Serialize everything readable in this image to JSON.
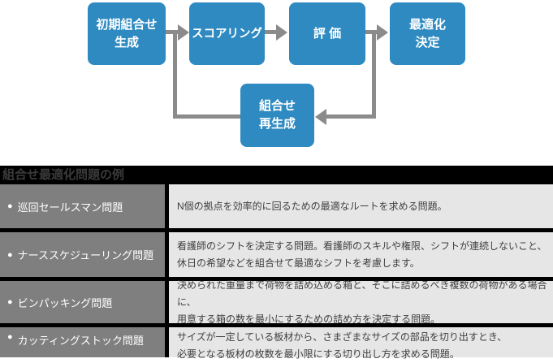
{
  "diagram": {
    "box_color": "#2e8ac0",
    "arrow_color": "#8b8b8b",
    "box_text_color": "#ffffff",
    "boxes": [
      {
        "id": "initial-combination-generation",
        "lines": [
          "初期組合せ",
          "生成"
        ]
      },
      {
        "id": "scoring",
        "lines": [
          "スコアリング"
        ]
      },
      {
        "id": "evaluation",
        "lines": [
          "評 価"
        ]
      },
      {
        "id": "optimization-decision",
        "lines": [
          "最適化",
          "決定"
        ]
      },
      {
        "id": "combination-regeneration",
        "lines": [
          "組合せ",
          "再生成"
        ]
      }
    ]
  },
  "table": {
    "title": "組合せ最適化問題の例",
    "header_bg": "#000000",
    "header_text_color": "#3a3a3a",
    "label_bg": "#7f7f7f",
    "label_text_color": "#ffffff",
    "desc_bg": "#e6e6e6",
    "desc_text_color": "#3f3f3f",
    "rows": [
      {
        "bullet": "●",
        "label": "巡回セールスマン問題",
        "desc": [
          "N個の拠点を効率的に回るための最適なルートを求める問題。"
        ]
      },
      {
        "bullet": "●",
        "label": "ナーススケジューリング問題",
        "desc": [
          "看護師のシフトを決定する問題。看護師のスキルや権限、シフトが連続しないこと、",
          "休日の希望などを組合せて最適なシフトを考慮します。"
        ]
      },
      {
        "bullet": "●",
        "label": "ビンパッキング問題",
        "desc": [
          "決められた重量まで荷物を詰め込める箱と、そこに詰めるべき複数の荷物がある場合に、",
          "用意する箱の数を最小にするための詰め方を決定する問題。"
        ]
      },
      {
        "bullet": "●",
        "label": "カッティングストック問題",
        "desc": [
          "サイズが一定している板材から、さまざまなサイズの部品を切り出すとき、",
          "必要となる板材の枚数を最小限にする切り出し方を求める問題。"
        ]
      }
    ]
  }
}
